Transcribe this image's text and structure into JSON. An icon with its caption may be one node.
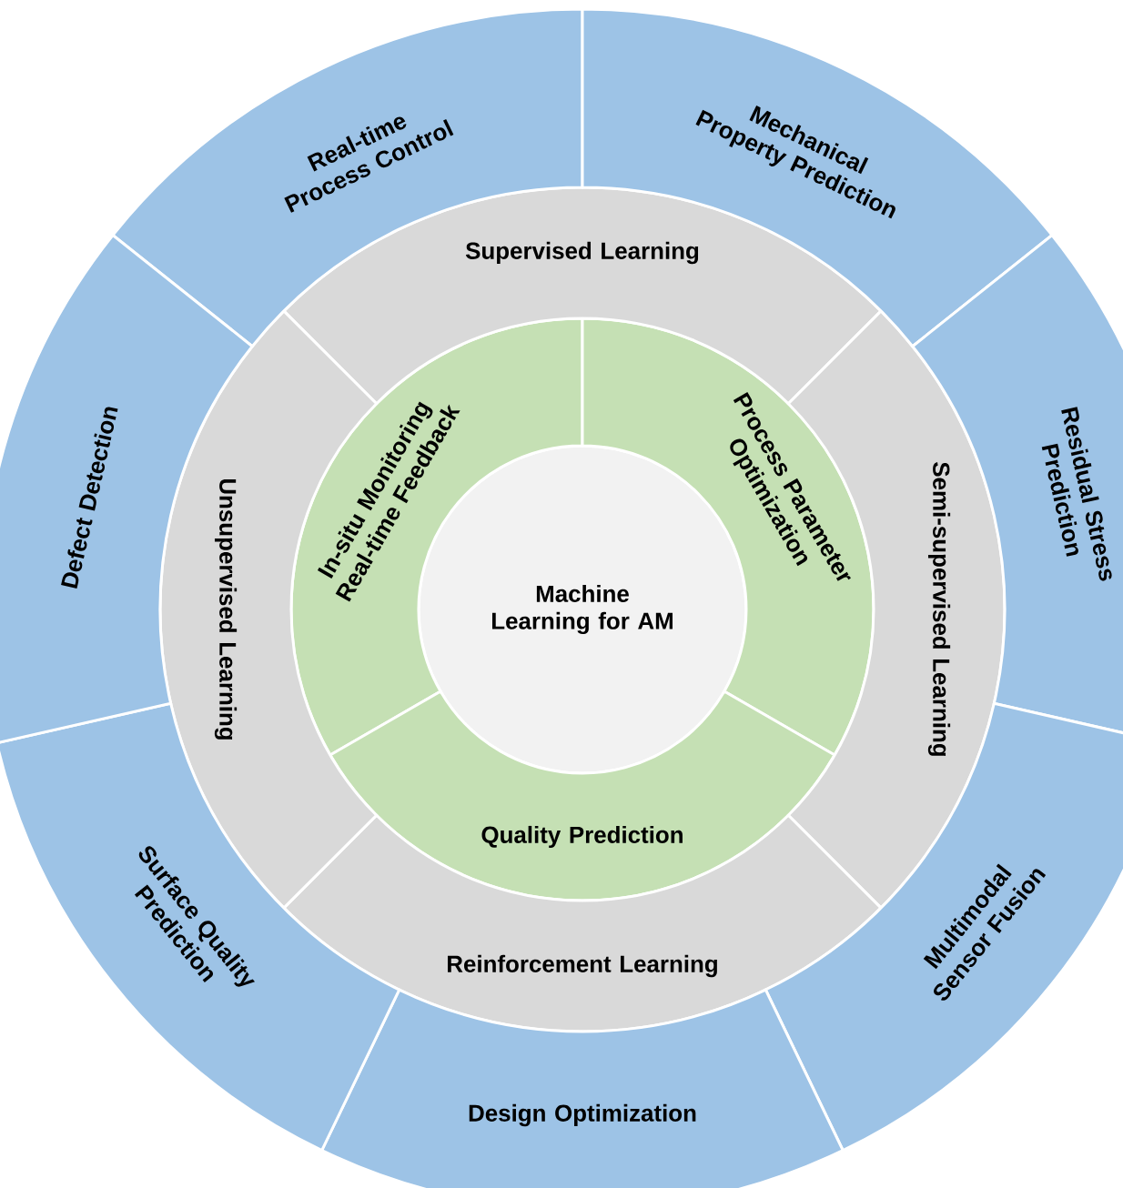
{
  "diagram": {
    "nodes": [
      {
        "text": [
          "Machine Learning for AM"
        ]
      },
      {
        "text": [
          "In-situ Monitoring Real-time Feedback"
        ]
      },
      {
        "text": [
          "Process Parameter Optimization"
        ]
      },
      {
        "text": [
          "Quality Prediction"
        ]
      },
      {
        "text": [
          "Supervised Learning"
        ]
      },
      {
        "text": [
          "Semi-supervised Learning"
        ]
      },
      {
        "text": [
          "Reinforcement Learning"
        ]
      },
      {
        "text": [
          "Unsupervised Learning"
        ]
      },
      {
        "text": [
          "Real-time Process Control"
        ]
      },
      {
        "text": [
          "Mechanical Property Prediction"
        ]
      },
      {
        "text": [
          "Residual Stress Prediction"
        ]
      },
      {
        "text": [
          "Multimodal Sensor Fusion"
        ]
      },
      {
        "text": [
          "Design Optimization"
        ]
      },
      {
        "text": [
          "Surface Quality Prediction"
        ]
      },
      {
        "text": [
          "Defect Detection"
        ]
      }
    ]
  }
}
